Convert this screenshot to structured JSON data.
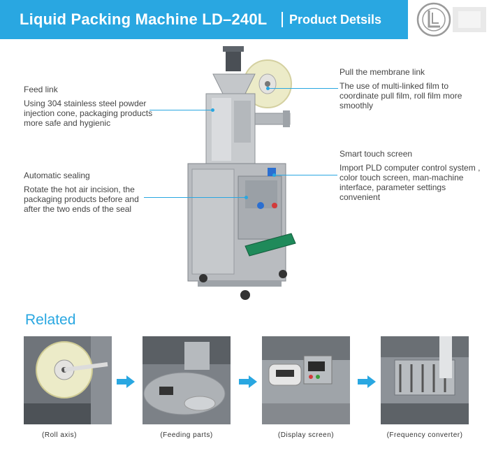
{
  "header": {
    "title": "Liquid Packing Machine  LD–240L",
    "subtitle": "Product Detsils"
  },
  "annotations": {
    "feed": {
      "title": "Feed link",
      "text": "Using 304 stainless steel powder injection cone, packaging products more safe and hygienic"
    },
    "sealing": {
      "title": "Automatic sealing",
      "text": "Rotate the hot air incision, the packaging products before and after the two ends of the seal"
    },
    "membrane": {
      "title": "Pull the membrane link",
      "text": "The use of multi-linked film to coordinate pull film, roll film more smoothly"
    },
    "screen": {
      "title": "Smart touch screen",
      "text": "Import PLD computer control system , color touch screen, man-machine interface, parameter settings convenient"
    }
  },
  "related": {
    "heading": "Related",
    "items": [
      {
        "caption": "(Roll axis)"
      },
      {
        "caption": "(Feeding parts)"
      },
      {
        "caption": "(Display screen)"
      },
      {
        "caption": "(Frequency converter)"
      }
    ]
  },
  "colors": {
    "accent": "#29a7e1",
    "steel": "#b8bcc0",
    "steel_dark": "#7d8287",
    "belt": "#1f8a5a"
  }
}
